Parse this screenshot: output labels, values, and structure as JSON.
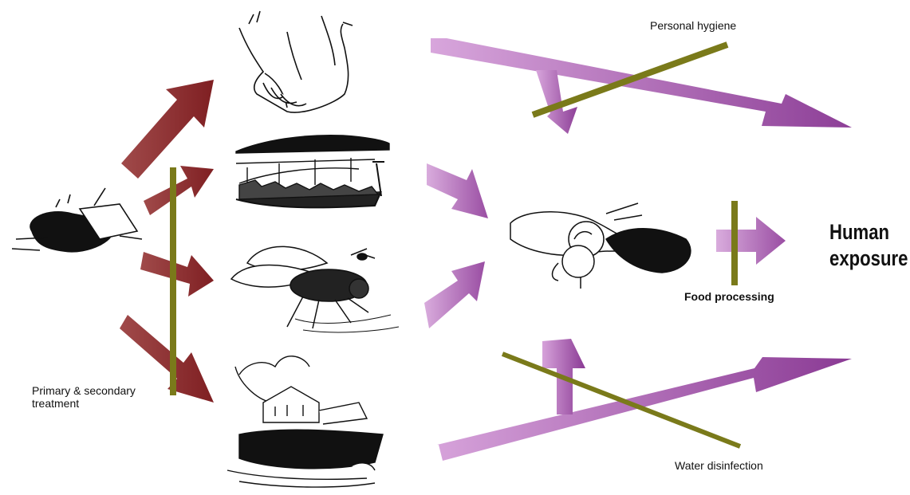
{
  "labels": {
    "personal_hygiene": "Personal hygiene",
    "food_processing": "Food processing",
    "water_disinfection": "Water disinfection",
    "treatment_line1": "Primary & secondary",
    "treatment_line2": "treatment",
    "human_line1": "Human",
    "human_line2": "exposure"
  },
  "icons": [
    "excreta-icon",
    "hands-icon",
    "crop-field-icon",
    "fly-icon",
    "flooded-settlement-icon",
    "food-produce-icon"
  ],
  "colors": {
    "source_arrow": "#8b2a2a",
    "exposure_arrow": "#a25aa8",
    "barrier_bar": "#7a7a1a"
  }
}
